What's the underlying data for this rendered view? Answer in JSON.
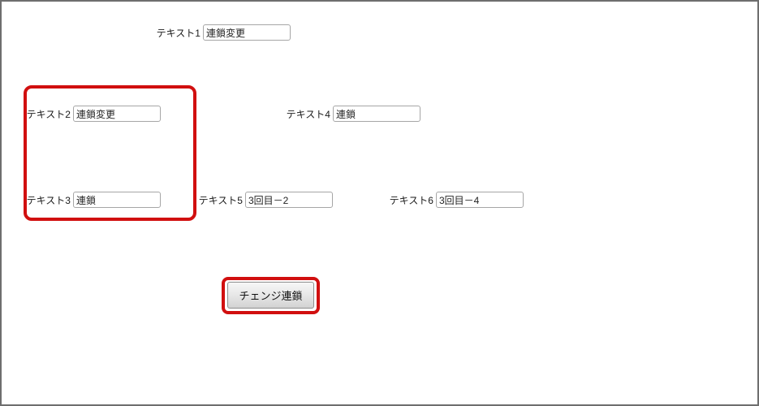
{
  "frame": {
    "border_color": "#6e6e6e",
    "background": "#ffffff"
  },
  "highlight": {
    "color": "#d10f0f"
  },
  "fields": [
    {
      "label": "テキスト1",
      "value": "連鎖変更"
    },
    {
      "label": "テキスト2",
      "value": "連鎖変更"
    },
    {
      "label": "テキスト3",
      "value": "連鎖"
    },
    {
      "label": "テキスト4",
      "value": "連鎖"
    },
    {
      "label": "テキスト5",
      "value": "3回目－2"
    },
    {
      "label": "テキスト6",
      "value": "3回目－4"
    }
  ],
  "button": {
    "label": "チェンジ連鎖"
  }
}
